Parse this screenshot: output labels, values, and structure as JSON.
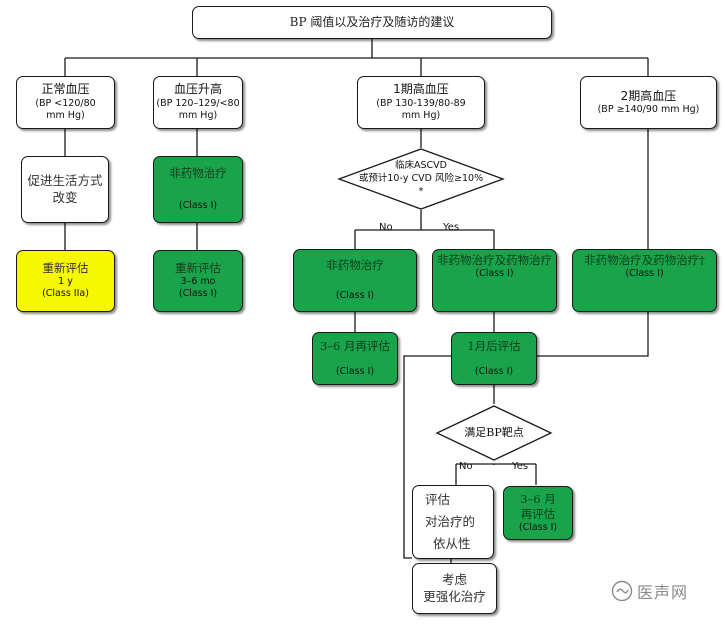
{
  "title": "BP 阈值以及治疗及随访的建议",
  "categories": {
    "normal": {
      "title": "正常血压",
      "line1": "(BP <120/80",
      "line2": "mm Hg)"
    },
    "elevated": {
      "title": "血压升高",
      "line1": "(BP 120–129/<80",
      "line2": "mm Hg)"
    },
    "stage1": {
      "title": "1期高血压",
      "line1": "(BP 130-139/80-89",
      "line2": "mm Hg)"
    },
    "stage2": {
      "title": "2期高血压",
      "line1": "(BP ≥140/90 mm Hg)"
    }
  },
  "nodes": {
    "lifestyle": {
      "line1": "促进生活方式",
      "line2": "改变"
    },
    "nonpharm_elevated": {
      "text": "非药物治疗",
      "class": "(Class I)"
    },
    "reassess_1y": {
      "text": "重新评估",
      "time": "1 y",
      "class": "(Class IIa)"
    },
    "reassess_3_6mo": {
      "text": "重新评估",
      "time": "3–6 mo",
      "class": "(Class I)"
    },
    "ascvd": {
      "line1": "临床ASCVD",
      "line2": "或预计10-y CVD 风险≥10%",
      "line3": "*"
    },
    "no_branch_tx": {
      "text": "非药物治疗",
      "class": "(Class I)"
    },
    "yes_branch_tx": {
      "text": "非药物治疗及药物治疗",
      "class": "(Class I)"
    },
    "stage2_tx": {
      "text": "非药物治疗及药物治疗†",
      "class": "(Class I)"
    },
    "reassess_3_6_month": {
      "text": "3–6 月再评估",
      "class": "(Class I)"
    },
    "reassess_1_month": {
      "text": "1月后评估",
      "class": "(Class I)"
    },
    "bp_goal": {
      "text": "满足BP靶点"
    },
    "evaluate": {
      "line1": "评估",
      "line2": "对治疗的",
      "line3": "依从性"
    },
    "reassess_3_6_goal": {
      "line1": "3–6 月",
      "line2": "再评估",
      "class": "(Class I)"
    },
    "intensify": {
      "line1": "考虑",
      "line2": "更强化治疗"
    }
  },
  "edge_labels": {
    "no1": "No",
    "yes1": "Yes",
    "no2": "No",
    "yes2": "Yes"
  },
  "watermark": {
    "text": "医声网"
  },
  "colors": {
    "green": "#19a34b",
    "yellow": "#f7f700",
    "line": "#1a1a1a"
  }
}
